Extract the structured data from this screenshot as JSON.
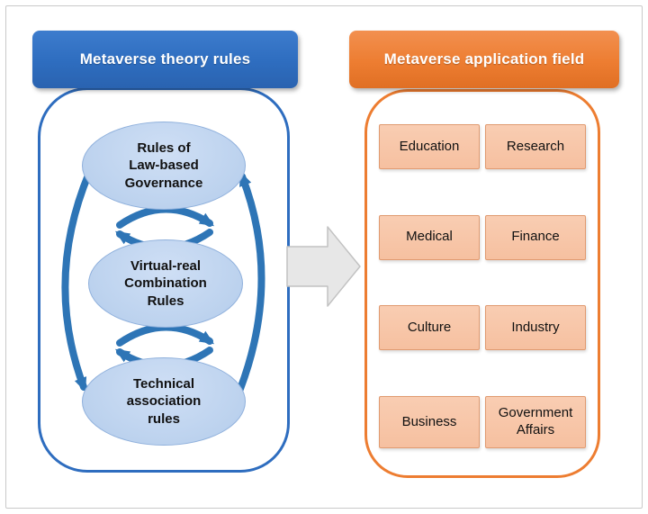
{
  "left": {
    "header": "Metaverse theory rules",
    "ellipses": [
      {
        "label": "Rules of\nLaw-based\nGovernance"
      },
      {
        "label": "Virtual-real\nCombination\nRules"
      },
      {
        "label": "Technical\nassociation\nrules"
      }
    ]
  },
  "right": {
    "header": "Metaverse application field",
    "boxes": [
      "Education",
      "Research",
      "Medical",
      "Finance",
      "Culture",
      "Industry",
      "Business",
      "Government Affairs"
    ]
  },
  "colors": {
    "blue_header": "#2e6dbf",
    "blue_container_border": "#2e6dbf",
    "ellipse_fill": "#bcd2ee",
    "cycle_arrow_blue": "#2e75b6",
    "orange_header": "#ed7d31",
    "orange_container_border": "#ed7d31",
    "application_box_fill": "#f6c0a0",
    "flow_arrow_fill": "#e7e7e7"
  }
}
